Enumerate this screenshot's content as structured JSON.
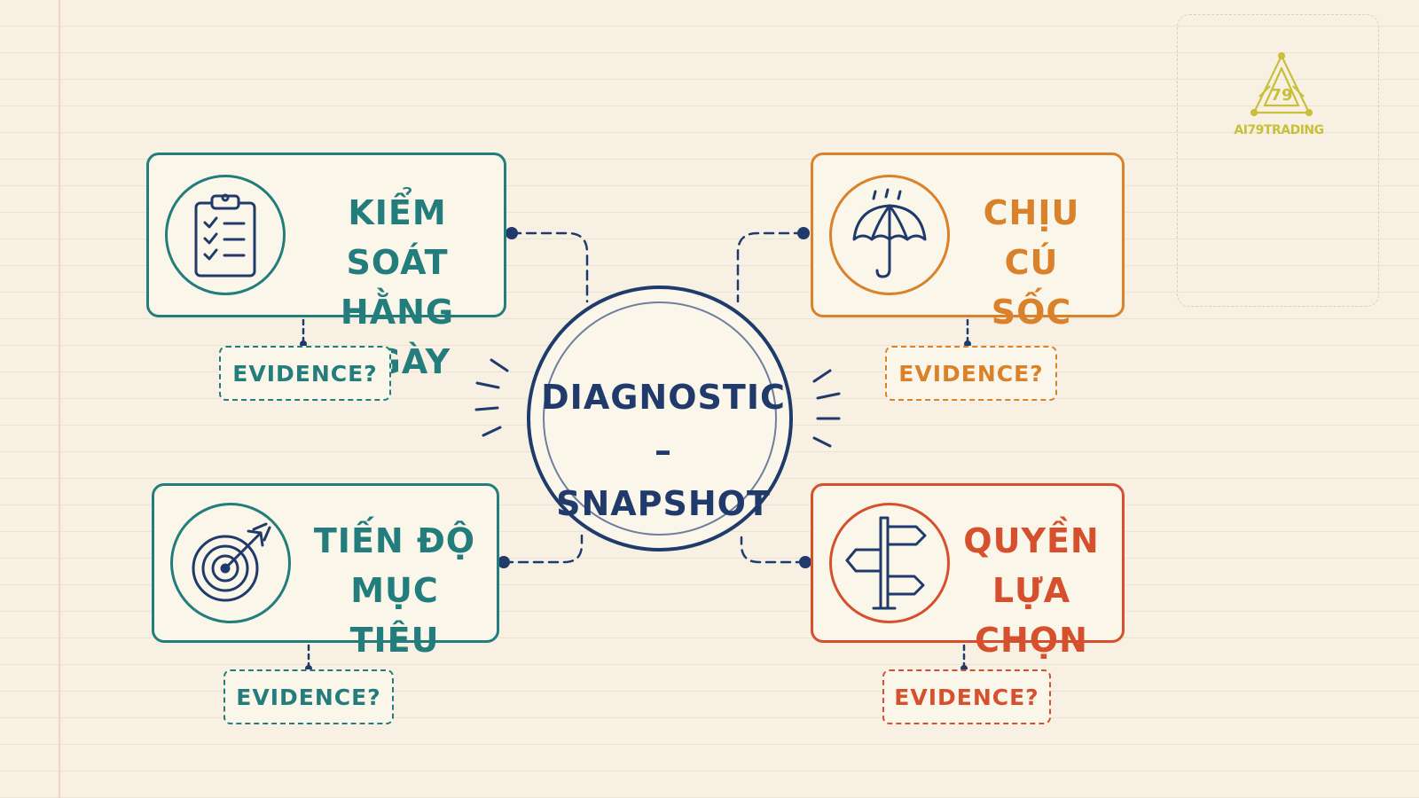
{
  "center": {
    "line1": "DIAGNOSTIC –",
    "line2": "SNAPSHOT"
  },
  "nodes": [
    {
      "id": "daily",
      "line1": "KIỂM SOÁT",
      "line2": "HẰNG NGÀY",
      "icon": "clipboard-checklist-icon",
      "color": "#237d7c",
      "evidence": "EVIDENCE?"
    },
    {
      "id": "shock",
      "line1": "CHỊU",
      "line2": "CÚ SỐC",
      "icon": "umbrella-icon",
      "color": "#d9822b",
      "evidence": "EVIDENCE?"
    },
    {
      "id": "goal",
      "line1": "TIẾN ĐỘ",
      "line2": "MỤC TIÊU",
      "icon": "target-arrow-icon",
      "color": "#237d7c",
      "evidence": "EVIDENCE?"
    },
    {
      "id": "choice",
      "line1": "QUYỀN",
      "line2": "LỰA CHỌN",
      "icon": "signpost-icon",
      "color": "#d6502e",
      "evidence": "EVIDENCE?"
    }
  ],
  "logo": {
    "text": "AI79TRADING",
    "mark": "79",
    "icon": "ai79trading-logo-icon",
    "color": "#c8c03a"
  },
  "colors": {
    "background": "#f8f1e3",
    "navy": "#1f3a6b",
    "teal": "#237d7c",
    "orange": "#d9822b",
    "red": "#d6502e"
  }
}
